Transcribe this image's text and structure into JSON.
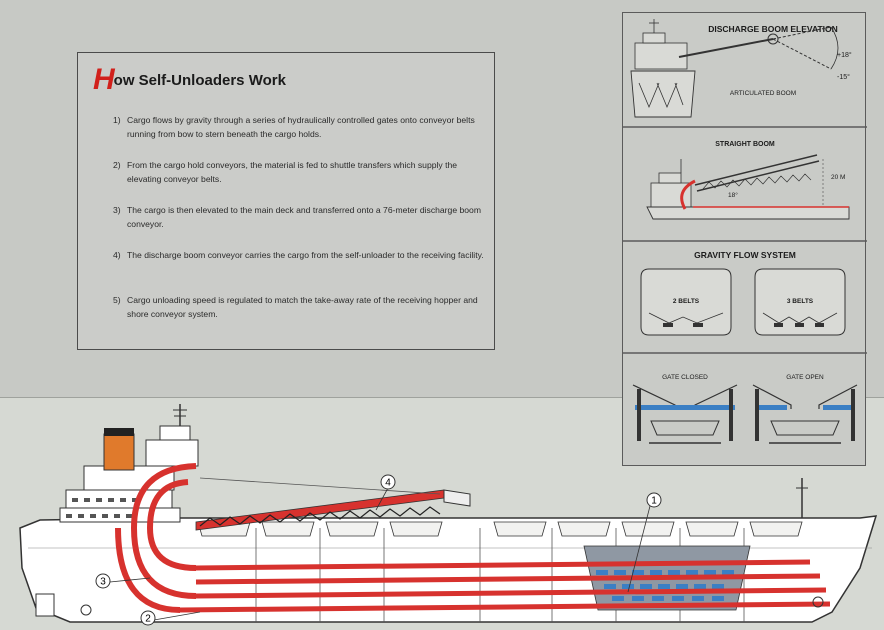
{
  "title_initial": "H",
  "title_rest": "ow Self-Unloaders Work",
  "steps": [
    {
      "num": "1)",
      "text": "Cargo flows by gravity through a series of hydraulically controlled gates onto conveyor belts running from bow to stern beneath the cargo holds."
    },
    {
      "num": "2)",
      "text": "From the cargo hold conveyors, the material is fed to shuttle transfers which supply the elevating conveyor belts."
    },
    {
      "num": "3)",
      "text": "The cargo is then elevated to the main deck and transferred onto a 76-meter discharge boom conveyor."
    },
    {
      "num": "4)",
      "text": "The discharge boom conveyor carries the cargo from the self-unloader to the receiving facility."
    },
    {
      "num": "5)",
      "text": "Cargo unloading speed is regulated to match the take-away rate of the receiving hopper and shore conveyor system."
    }
  ],
  "panels": {
    "boom_elevation": {
      "title": "DISCHARGE BOOM ELEVATION",
      "angle_up": "+18°",
      "angle_down": "-15°",
      "caption": "ARTICULATED BOOM"
    },
    "straight_boom": {
      "title": "STRAIGHT BOOM",
      "angle": "18°",
      "height": "20 M"
    },
    "gravity_flow": {
      "title": "GRAVITY FLOW SYSTEM",
      "left_label": "2 BELTS",
      "right_label": "3 BELTS"
    },
    "gates": {
      "closed_label": "GATE CLOSED",
      "open_label": "GATE OPEN"
    }
  },
  "callouts": {
    "c1": "1",
    "c2": "2",
    "c3": "3",
    "c4": "4"
  },
  "colors": {
    "accent_red": "#d1201b",
    "conveyor_red": "#d7322e",
    "gate_blue": "#3b7fc4",
    "funnel_orange": "#e07a2c",
    "cargo_gray": "#8f98a3"
  }
}
